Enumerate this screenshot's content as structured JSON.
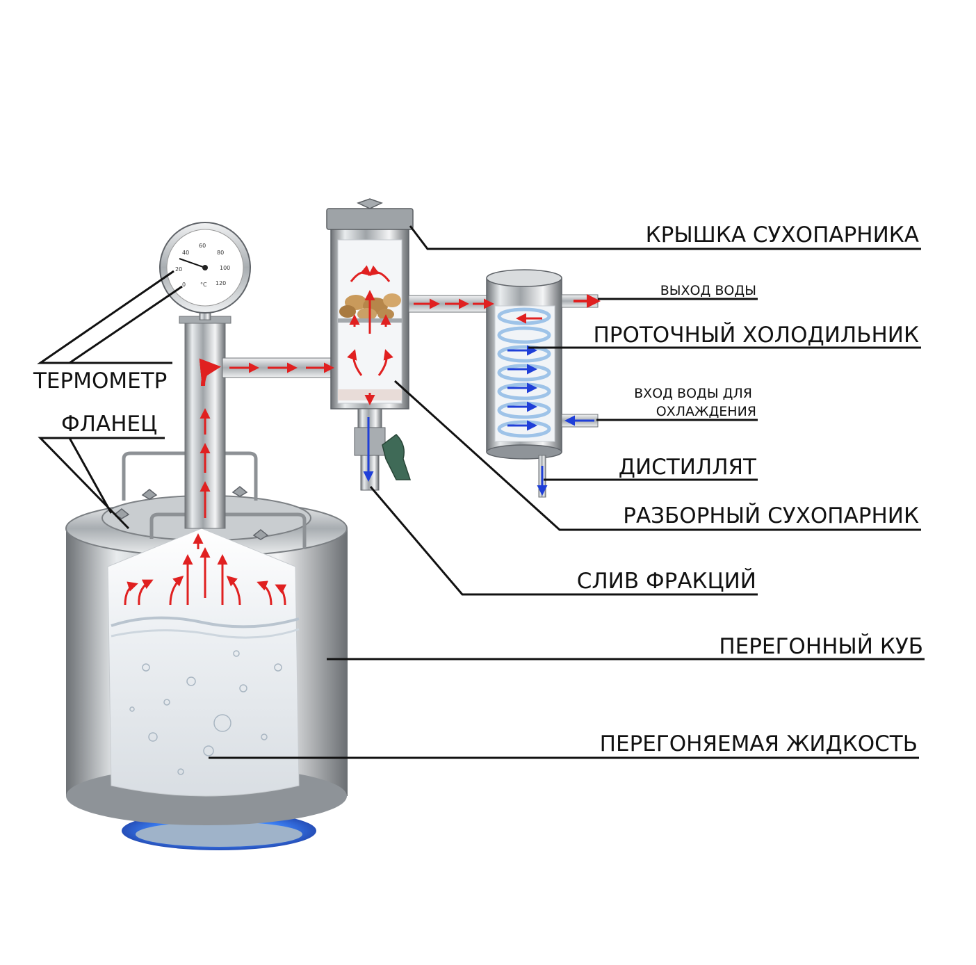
{
  "labels": {
    "lid": "КРЫШКА СУХОПАРНИКА",
    "water_out": "ВЫХОД ВОДЫ",
    "condenser": "ПРОТОЧНЫЙ ХОЛОДИЛЬНИК",
    "water_in_line1": "ВХОД ВОДЫ ДЛЯ",
    "water_in_line2": "ОХЛАЖДЕНИЯ",
    "distillate": "ДИСТИЛЛЯТ",
    "dryer": "РАЗБОРНЫЙ СУХОПАРНИК",
    "drain": "СЛИВ ФРАКЦИЙ",
    "still": "ПЕРЕГОННЫЙ КУБ",
    "liquid": "ПЕРЕГОНЯЕМАЯ ЖИДКОСТЬ",
    "thermometer": "ТЕРМОМЕТР",
    "flange": "ФЛАНЕЦ"
  },
  "gauge": {
    "ticks": [
      "0",
      "20",
      "40",
      "60",
      "80",
      "100",
      "120"
    ],
    "unit": "°C"
  },
  "colors": {
    "steam_arrow": "#e02020",
    "water_arrow": "#1f3fd8",
    "steel": "#b8bcc0",
    "flame": "#2a7bff"
  }
}
